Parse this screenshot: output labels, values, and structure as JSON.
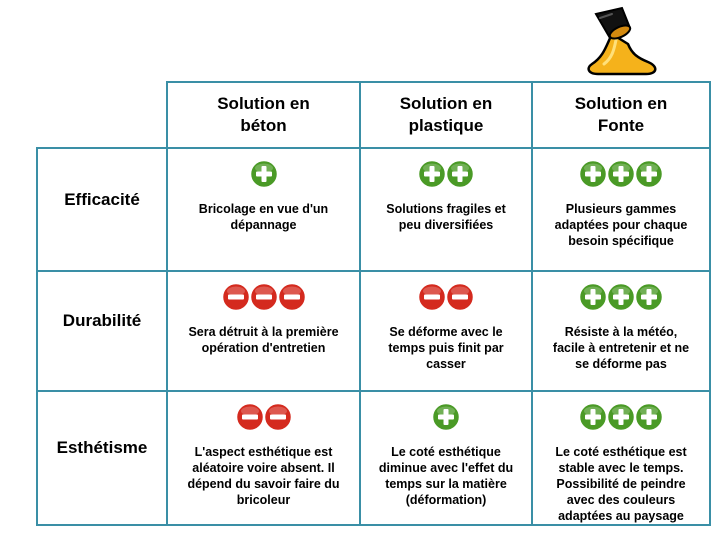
{
  "columns": [
    "Solution en\nbéton",
    "Solution en\nplastique",
    "Solution en\nFonte"
  ],
  "rows": [
    {
      "label": "Efficacité",
      "cells": [
        {
          "sign": "plus",
          "count": 1,
          "text": "Bricolage en vue d'un\ndépannage"
        },
        {
          "sign": "plus",
          "count": 2,
          "text": "Solutions fragiles et\npeu diversifiées"
        },
        {
          "sign": "plus",
          "count": 3,
          "text": "Plusieurs gammes\nadaptées pour chaque\nbesoin spécifique"
        }
      ]
    },
    {
      "label": "Durabilité",
      "cells": [
        {
          "sign": "minus",
          "count": 3,
          "text": "Sera détruit à la première\nopération d'entretien"
        },
        {
          "sign": "minus",
          "count": 2,
          "text": "Se déforme avec le\ntemps puis finit par\ncasser"
        },
        {
          "sign": "plus",
          "count": 3,
          "text": "Résiste à la météo,\nfacile à entretenir et ne\nse déforme pas"
        }
      ]
    },
    {
      "label": "Esthétisme",
      "cells": [
        {
          "sign": "minus",
          "count": 2,
          "text": "L'aspect esthétique est\naléatoire voire absent. Il\ndépend du savoir faire du\nbricoleur"
        },
        {
          "sign": "plus",
          "count": 1,
          "text": "Le coté esthétique\ndiminue avec l'effet du\ntemps sur la matière\n(déformation)"
        },
        {
          "sign": "plus",
          "count": 3,
          "text": "Le coté esthétique est\nstable avec le temps.\nPossibilité de peindre\navec des couleurs\nadaptées au paysage"
        }
      ]
    }
  ],
  "colors": {
    "border": "#3a8fa6",
    "plus": "#4a9a26",
    "minus": "#d42a1e"
  },
  "icons": {
    "plus": "plus-circle-icon",
    "minus": "minus-circle-icon",
    "logo": "molten-metal-ladle-icon"
  }
}
